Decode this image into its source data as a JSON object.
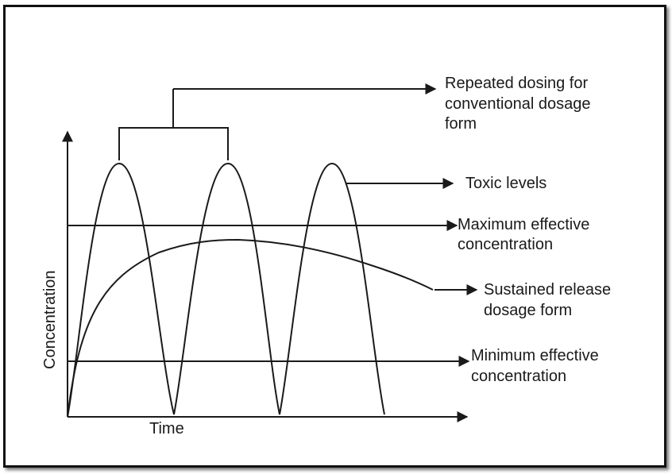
{
  "labels": {
    "y_axis": "Concentration",
    "x_axis": "Time",
    "repeated_dosing": [
      "Repeated dosing for",
      "conventional dosage",
      "form"
    ],
    "toxic_levels": "Toxic levels",
    "max_effective": [
      "Maximum effective",
      "concentration"
    ],
    "sustained_release": [
      "Sustained release",
      "dosage form"
    ],
    "min_effective": [
      "Minimum effective",
      "concentration"
    ]
  },
  "colors": {
    "line": "#1a1a1a",
    "border": "#111111",
    "background": "#ffffff"
  }
}
